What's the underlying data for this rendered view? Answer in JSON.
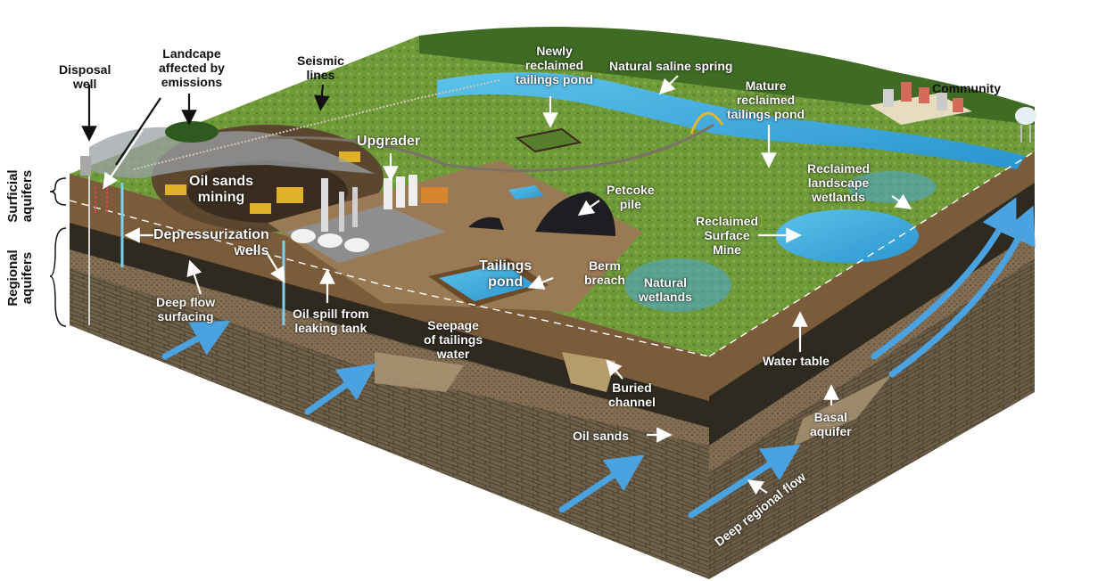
{
  "diagram": {
    "title": "",
    "type": "3D block cross-section of oil sands development and groundwater",
    "colors": {
      "surface_green": "#6f9a3a",
      "forest_dark": "#3f6b25",
      "water_blue": "#3aa7d8",
      "soil_brown": "#7a5b3a",
      "dark_layer": "#2f2a20",
      "bedrock": "#6b5e48",
      "flow_arrow": "#4aa3e0",
      "label_dark": "#111111",
      "label_light": "#ffffff"
    },
    "side_labels": {
      "surficial": "Surficial aquifers",
      "surficial_line1": "Surficial",
      "surficial_line2": "aquifers",
      "regional_line1": "Regional",
      "regional_line2": "aquifers"
    },
    "labels": {
      "disposal_well": [
        "Disposal",
        "well"
      ],
      "landscape_emissions": [
        "Landcape",
        "affected by",
        "emissions"
      ],
      "seismic_lines": [
        "Seismic",
        "lines"
      ],
      "newly_reclaimed": [
        "Newly",
        "reclaimed",
        "tailings pond"
      ],
      "natural_saline_spring": [
        "Natural saline spring"
      ],
      "mature_reclaimed": [
        "Mature",
        "reclaimed",
        "tailings pond"
      ],
      "community": [
        "Community"
      ],
      "upgrader": [
        "Upgrader"
      ],
      "oil_sands_mining": [
        "Oil sands",
        "mining"
      ],
      "petcoke_pile": [
        "Petcoke",
        "pile"
      ],
      "reclaimed_landscape_wetlands": [
        "Reclaimed",
        "landscape",
        "wetlands"
      ],
      "reclaimed_surface_mine": [
        "Reclaimed",
        "Surface",
        "Mine"
      ],
      "depressurization_wells": [
        "Depressurization",
        "wells"
      ],
      "tailings_pond": [
        "Tailings",
        "pond"
      ],
      "berm_breach": [
        "Berm",
        "breach"
      ],
      "natural_wetlands": [
        "Natural",
        "wetlands"
      ],
      "deep_flow_surfacing": [
        "Deep flow",
        "surfacing"
      ],
      "oil_spill": [
        "Oil spill from",
        "leaking tank"
      ],
      "seepage": [
        "Seepage",
        "of tailings",
        "water"
      ],
      "water_table": [
        "Water table"
      ],
      "buried_channel": [
        "Buried",
        "channel"
      ],
      "basal_aquifer": [
        "Basal",
        "aquifer"
      ],
      "oil_sands": [
        "Oil sands"
      ],
      "deep_regional_flow": [
        "Deep regional flow"
      ]
    },
    "icons": {
      "water_tower": "water-tower-icon",
      "haul_truck": "haul-truck-icon",
      "flow_arrow": "flow-arrow-icon",
      "pointer_arrow": "pointer-arrow-icon"
    }
  }
}
